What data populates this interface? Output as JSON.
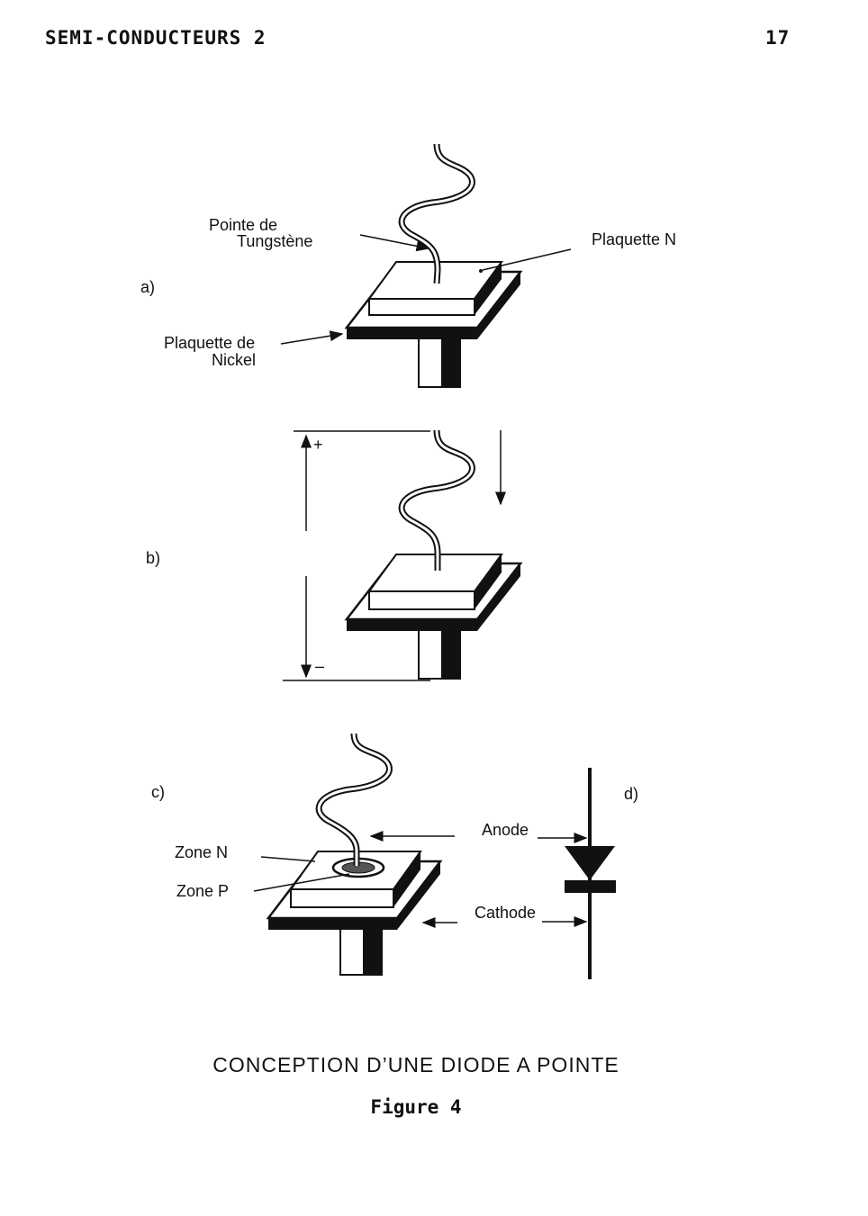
{
  "header": {
    "title": "SEMI-CONDUCTEURS 2",
    "page_number": "17"
  },
  "figure": {
    "a": {
      "label": "a)",
      "tungsten_line1": "Pointe de",
      "tungsten_line2": "Tungstène",
      "plaquette_n": "Plaquette N",
      "nickel_line1": "Plaquette de",
      "nickel_line2": "Nickel"
    },
    "b": {
      "label": "b)",
      "plus": "+",
      "minus": "–"
    },
    "c": {
      "label": "c)",
      "zone_n": "Zone N",
      "zone_p": "Zone P"
    },
    "d": {
      "label": "d)",
      "anode": "Anode",
      "cathode": "Cathode"
    }
  },
  "caption": {
    "title": "CONCEPTION D’UNE DIODE A POINTE",
    "figure_label": "Figure 4"
  }
}
